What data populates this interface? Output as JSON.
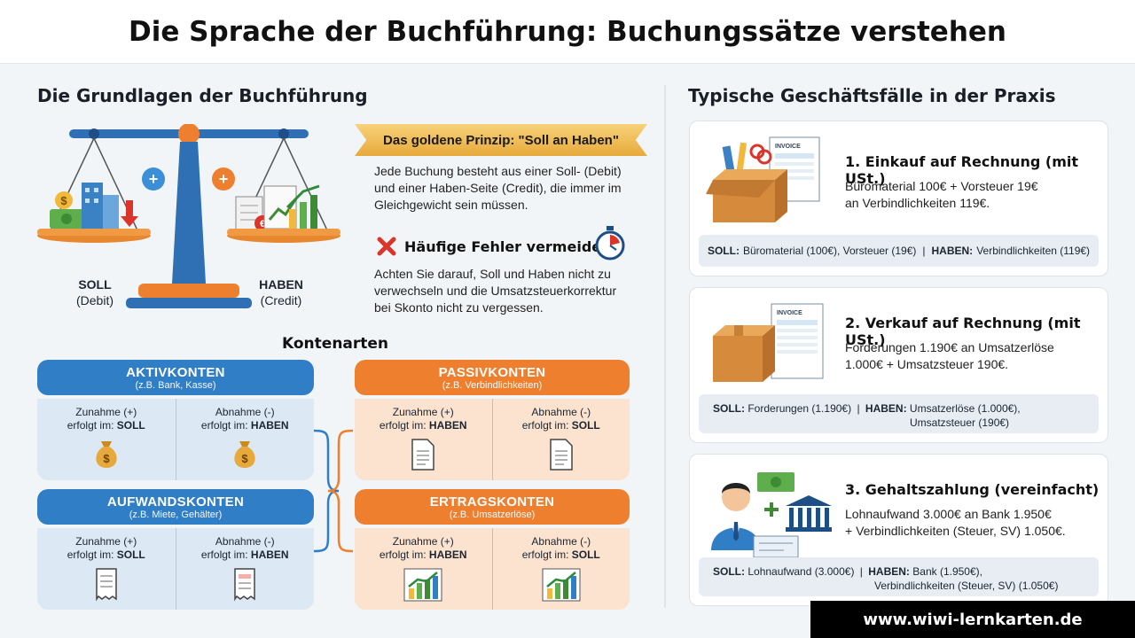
{
  "title": "Die Sprache der Buchführung: Buchungssätze verstehen",
  "left_heading": "Die Grundlagen der Buchführung",
  "right_heading": "Typische Geschäftsfälle in der Praxis",
  "scale": {
    "soll_label": "SOLL",
    "soll_sub": "(Debit)",
    "haben_label": "HABEN",
    "haben_sub": "(Credit)"
  },
  "principle": {
    "banner": "Das goldene Prinzip: \"Soll an Haben\"",
    "lines": [
      "Jede Buchung besteht aus einer Soll- (Debit)",
      "und einer Haben-Seite (Credit), die immer im",
      "Gleichgewicht sein müssen."
    ]
  },
  "mistakes": {
    "heading": "Häufige Fehler vermeiden",
    "lines": [
      "Achten Sie darauf, Soll und Haben nicht zu",
      "verwechseln und die Umsatzsteuerkorrektur",
      "bei Skonto nicht zu vergessen."
    ]
  },
  "kontenarten": {
    "heading": "Kontenarten",
    "accounts": [
      {
        "name": "AKTIVKONTEN",
        "example": "(z.B. Bank, Kasse)",
        "inc_1": "Zunahme (+)",
        "inc_2": "erfolgt im:",
        "inc_side": "SOLL",
        "dec_1": "Abnahme (-)",
        "dec_2": "erfolgt im:",
        "dec_side": "HABEN"
      },
      {
        "name": "PASSIVKONTEN",
        "example": "(z.B. Verbindlichkeiten)",
        "inc_1": "Zunahme (+)",
        "inc_2": "erfolgt im:",
        "inc_side": "HABEN",
        "dec_1": "Abnahme (-)",
        "dec_2": "erfolgt im:",
        "dec_side": "SOLL"
      },
      {
        "name": "AUFWANDSKONTEN",
        "example": "(z.B. Miete, Gehälter)",
        "inc_1": "Zunahme (+)",
        "inc_2": "erfolgt im:",
        "inc_side": "SOLL",
        "dec_1": "Abnahme (-)",
        "dec_2": "erfolgt im:",
        "dec_side": "HABEN"
      },
      {
        "name": "ERTRAGSKONTEN",
        "example": "(z.B. Umsatzerlöse)",
        "inc_1": "Zunahme (+)",
        "inc_2": "erfolgt im:",
        "inc_side": "HABEN",
        "dec_1": "Abnahme (-)",
        "dec_2": "erfolgt im:",
        "dec_side": "SOLL"
      }
    ]
  },
  "cases": [
    {
      "title": "1. Einkauf auf Rechnung (mit USt.)",
      "desc_1": "Büromaterial 100€ + Vorsteuer 19€",
      "desc_2": "an Verbindlichkeiten 119€.",
      "soll_label": "SOLL:",
      "soll_text": "Büromaterial (100€), Vorsteuer (19€)",
      "haben_label": "HABEN:",
      "haben_text": "Verbindlichkeiten (119€)",
      "haben_text_2": ""
    },
    {
      "title": "2. Verkauf auf Rechnung (mit USt.)",
      "desc_1": "Forderungen 1.190€ an Umsatzerlöse",
      "desc_2": "1.000€ + Umsatzsteuer 190€.",
      "soll_label": "SOLL:",
      "soll_text": "Forderungen (1.190€)",
      "haben_label": "HABEN:",
      "haben_text": "Umsatzerlöse (1.000€),",
      "haben_text_2": "Umsatzsteuer (190€)"
    },
    {
      "title": "3. Gehaltszahlung (vereinfacht)",
      "desc_1": "Lohnaufwand 3.000€ an Bank 1.950€",
      "desc_2": "+ Verbindlichkeiten (Steuer, SV) 1.050€.",
      "soll_label": "SOLL:",
      "soll_text": "Lohnaufwand (3.000€)",
      "haben_label": "HABEN:",
      "haben_text": "Bank (1.950€),",
      "haben_text_2": "Verbindlichkeiten (Steuer, SV) (1.050€)"
    }
  ],
  "invoice_word": "INVOICE",
  "footer": "www.wiwi-lernkarten.de",
  "colors": {
    "blue": "#2f7ec6",
    "orange": "#ee7f2e",
    "gold": "#e7a93b",
    "red": "#d9352b"
  }
}
